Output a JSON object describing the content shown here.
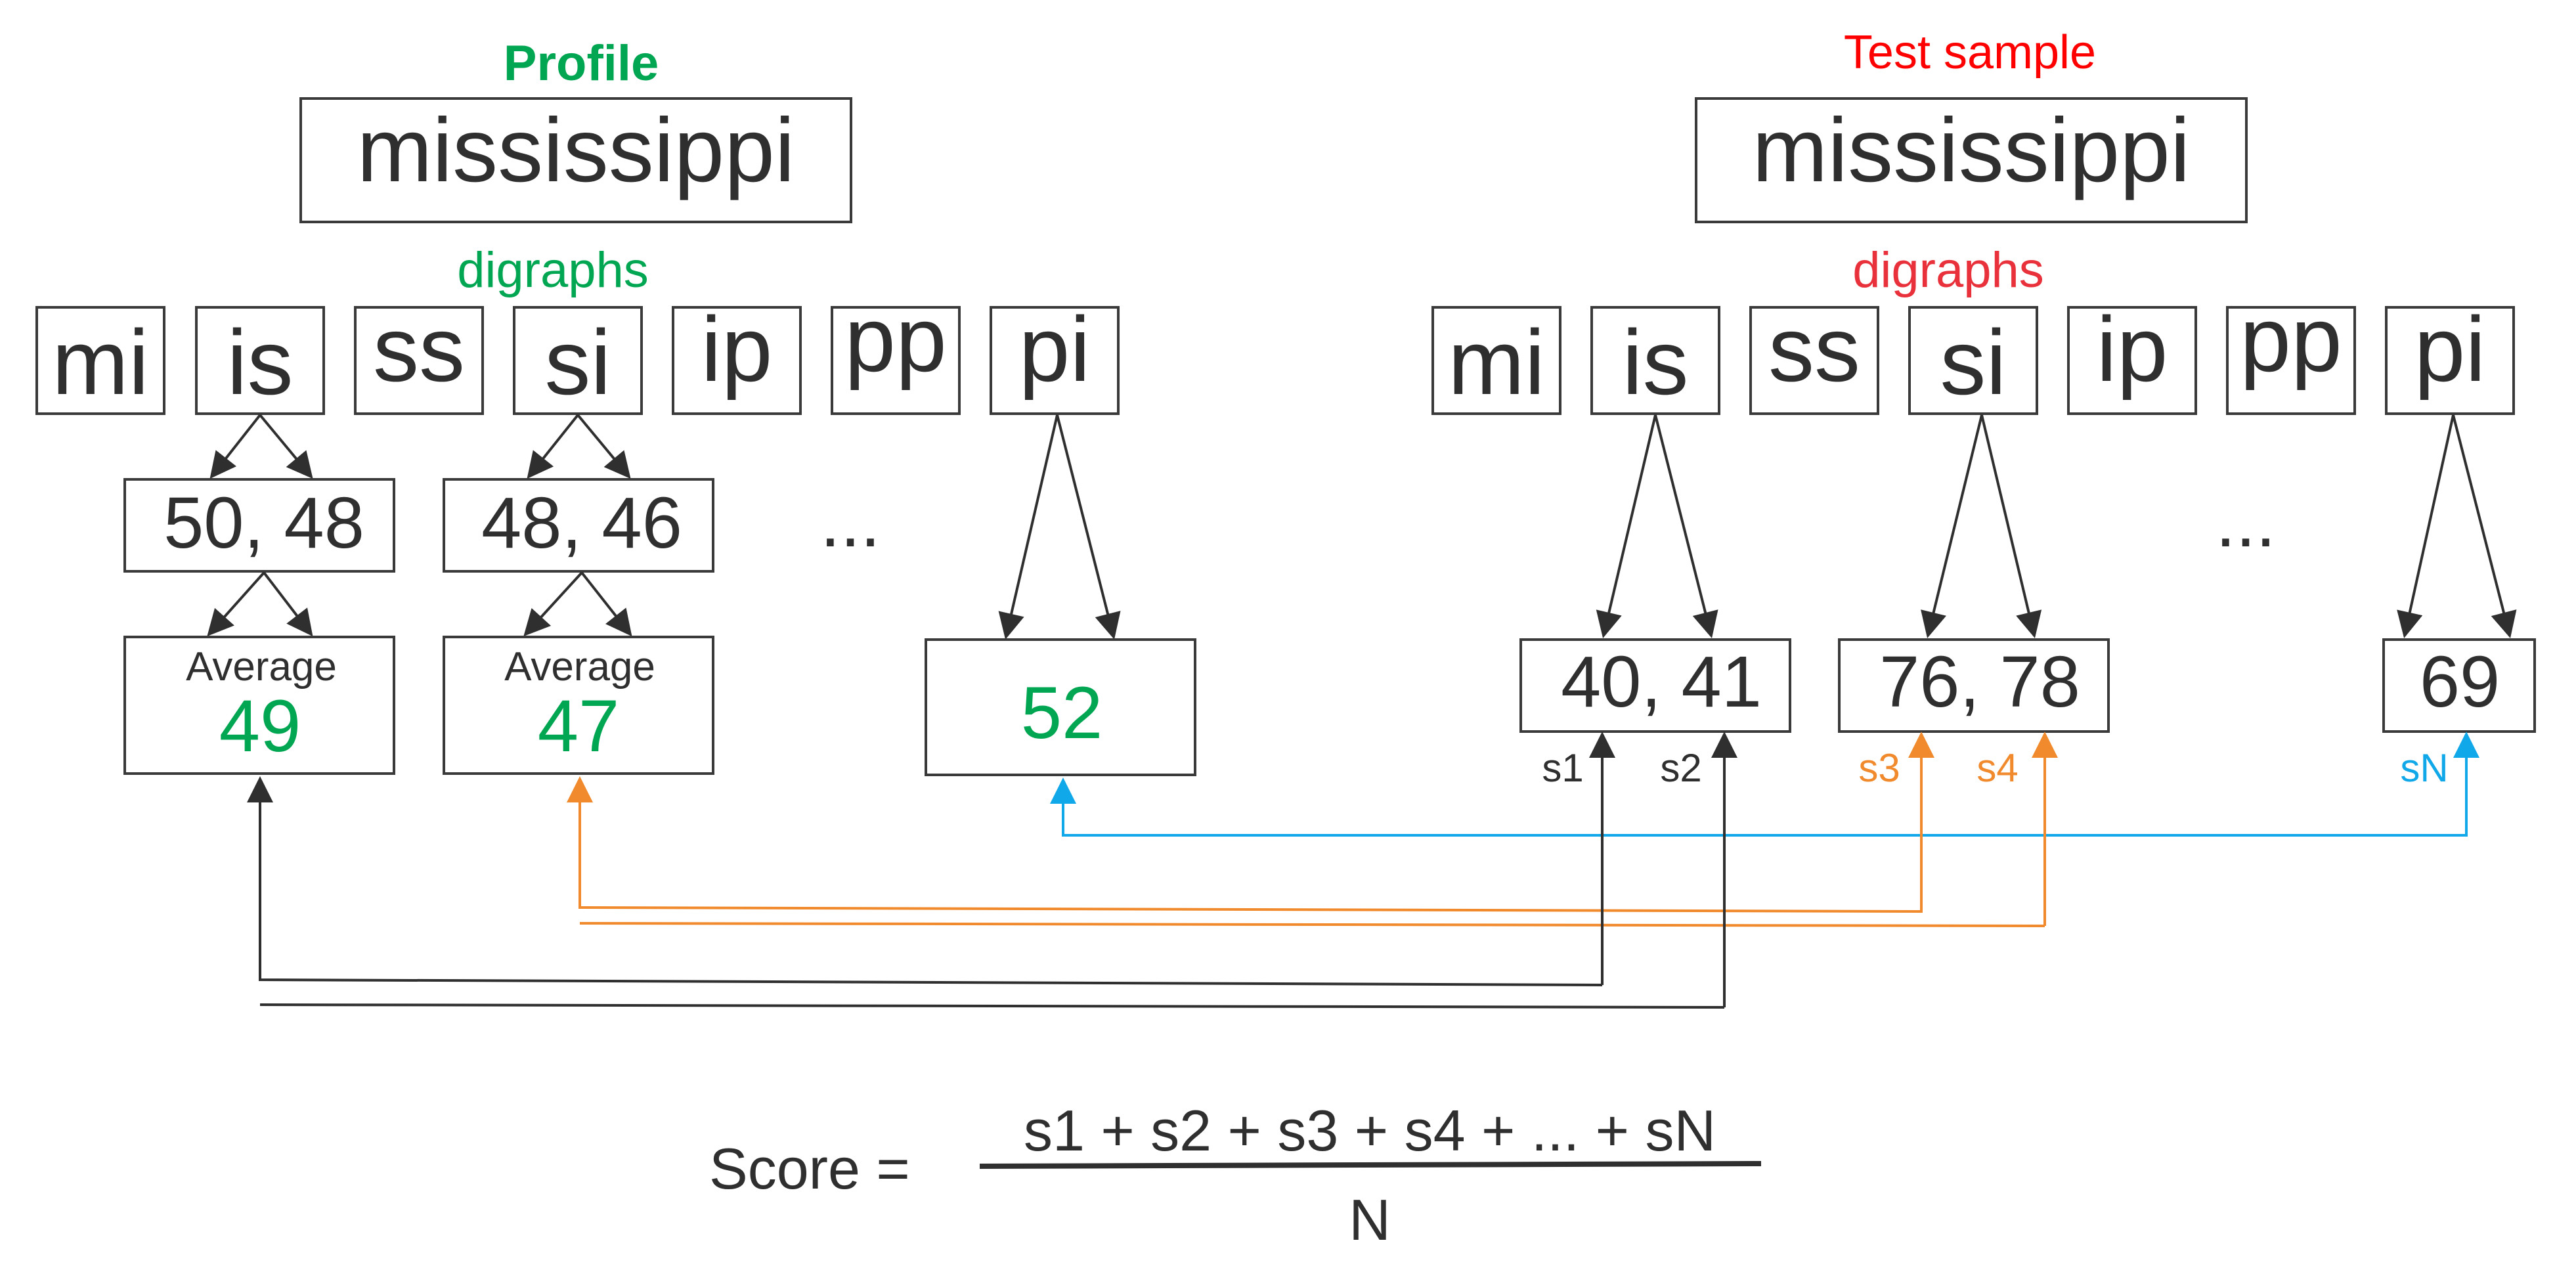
{
  "colors": {
    "ink": "#2f2f2f",
    "green": "#00a651",
    "red_title": "#ff0000",
    "red_digraphs": "#e8313a",
    "orange": "#f08a2c",
    "blue": "#10a8e8"
  },
  "profile": {
    "title": "Profile",
    "word": "mississippi",
    "digraphs_label": "digraphs",
    "digraphs": [
      "mi",
      "is",
      "ss",
      "si",
      "ip",
      "pp",
      "pi"
    ],
    "pairs": [
      "50, 48",
      "48, 46"
    ],
    "ellipsis": "...",
    "avg1": {
      "label": "Average",
      "value": "49"
    },
    "avg2": {
      "label": "Average",
      "value": "47"
    },
    "single_value": "52"
  },
  "test": {
    "title": "Test sample",
    "word": "mississippi",
    "digraphs_label": "digraphs",
    "digraphs": [
      "mi",
      "is",
      "ss",
      "si",
      "ip",
      "pp",
      "pi"
    ],
    "ellipsis": "...",
    "values": [
      "40, 41",
      "76, 78",
      "69"
    ],
    "scores": [
      "s1",
      "s2",
      "s3",
      "s4",
      "sN"
    ]
  },
  "formula": {
    "lhs": "Score =",
    "numerator": "s1 + s2 + s3 + s4 + ... + sN",
    "denominator": "N"
  }
}
